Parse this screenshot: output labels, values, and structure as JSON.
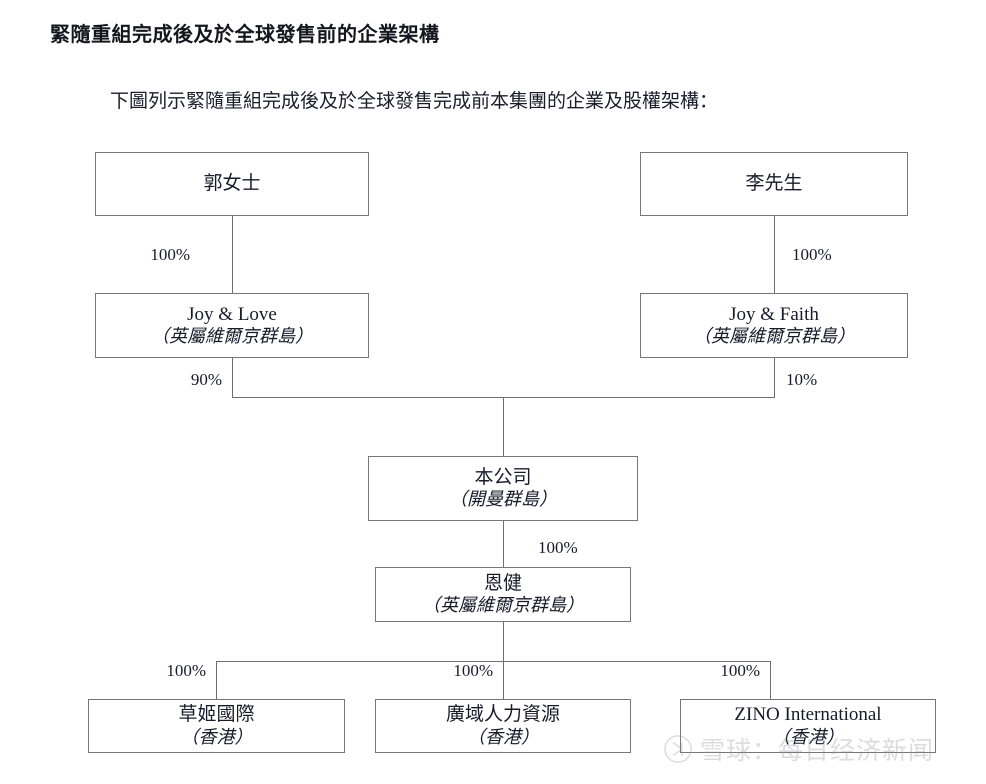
{
  "document": {
    "title": "緊隨重組完成後及於全球發售前的企業架構",
    "intro": "下圖列示緊隨重組完成後及於全球發售完成前本集團的企業及股權架構："
  },
  "chart_data": {
    "type": "diagram",
    "title": "緊隨重組完成後及於全球發售前的企業架構",
    "nodes": [
      {
        "id": "kwok",
        "name": "郭女士",
        "location": "",
        "level": 0
      },
      {
        "id": "li",
        "name": "李先生",
        "location": "",
        "level": 0
      },
      {
        "id": "joylove",
        "name": "Joy & Love",
        "location": "（英屬維爾京群島）",
        "level": 1
      },
      {
        "id": "joyfaith",
        "name": "Joy & Faith",
        "location": "（英屬維爾京群島）",
        "level": 1
      },
      {
        "id": "company",
        "name": "本公司",
        "location": "（開曼群島）",
        "level": 2
      },
      {
        "id": "enjian",
        "name": "恩健",
        "location": "（英屬維爾京群島）",
        "level": 3
      },
      {
        "id": "zino_intl_hk",
        "name": "草姬國際",
        "location": "（香港）",
        "level": 4
      },
      {
        "id": "gwhr",
        "name": "廣域人力資源",
        "location": "（香港）",
        "level": 4
      },
      {
        "id": "zino",
        "name": "ZINO International",
        "location": "（香港）",
        "level": 4
      }
    ],
    "edges": [
      {
        "from": "kwok",
        "to": "joylove",
        "label": "100%"
      },
      {
        "from": "li",
        "to": "joyfaith",
        "label": "100%"
      },
      {
        "from": "joylove",
        "to": "company",
        "label": "90%"
      },
      {
        "from": "joyfaith",
        "to": "company",
        "label": "10%"
      },
      {
        "from": "company",
        "to": "enjian",
        "label": "100%"
      },
      {
        "from": "enjian",
        "to": "zino_intl_hk",
        "label": "100%"
      },
      {
        "from": "enjian",
        "to": "gwhr",
        "label": "100%"
      },
      {
        "from": "enjian",
        "to": "zino",
        "label": "100%"
      }
    ]
  },
  "watermark": {
    "text": "雪球：每日经济新闻",
    "logo": "snowball-logo-icon"
  },
  "colors": {
    "page_background": "#ffffff",
    "text": "#1a1a2b",
    "box_border": "#777777",
    "connector": "#6f6f6f",
    "watermark": "#8e8e96"
  }
}
